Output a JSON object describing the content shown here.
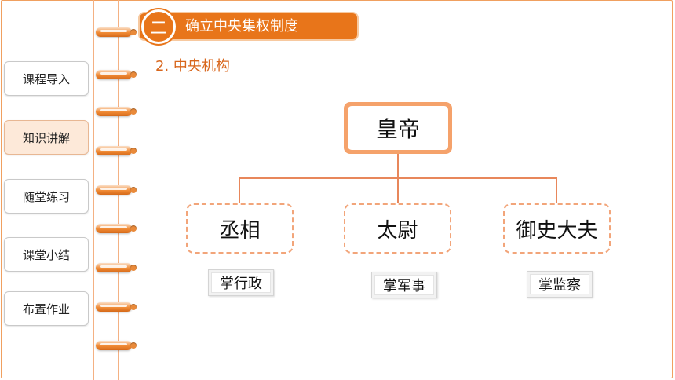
{
  "sidebar": {
    "items": [
      {
        "label": "课程导入"
      },
      {
        "label": "知识讲解",
        "active": true
      },
      {
        "label": "随堂练习"
      },
      {
        "label": "课堂小结"
      },
      {
        "label": "布置作业"
      }
    ]
  },
  "header": {
    "section_number": "二",
    "section_title": "确立中央集权制度"
  },
  "subsection_title": "2. 中央机构",
  "diagram": {
    "root": {
      "label": "皇帝"
    },
    "children": [
      {
        "label": "丞相",
        "duty": "掌行政"
      },
      {
        "label": "太尉",
        "duty": "掌军事"
      },
      {
        "label": "御史大夫",
        "duty": "掌监察"
      }
    ]
  },
  "colors": {
    "accent": "#e8751a",
    "accent_light": "#fde9d9",
    "connector": "#e8875b",
    "dashed_border": "#f2a57a"
  }
}
